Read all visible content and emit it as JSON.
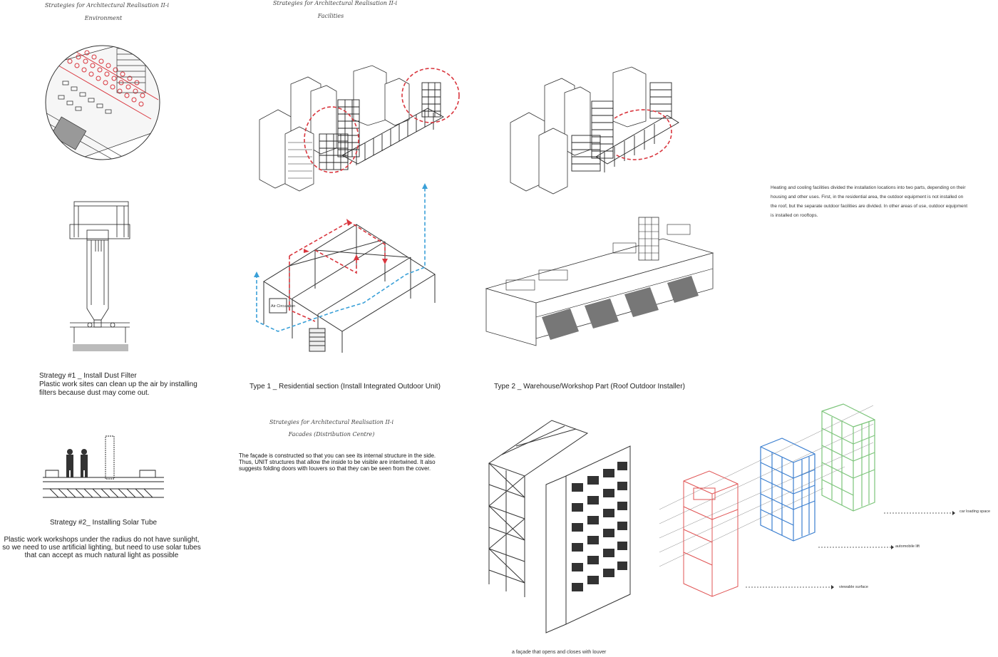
{
  "environment": {
    "heading": "Strategies for Architectural Realisation II-i",
    "subheading": "Environment",
    "strategy1_title": "Strategy #1 _ Install Dust Filter",
    "strategy1_text_1": "Plastic work sites can clean up the air by installing",
    "strategy1_text_2": "filters because dust may come out.",
    "strategy2_title": "Strategy #2_ Installing Solar Tube",
    "strategy2_text_1": "Plastic work workshops under the radius do not have sunlight,",
    "strategy2_text_2": "so we need to use artificial lighting, but  need to use solar tubes",
    "strategy2_text_3": "that can accept as much natural light as possible"
  },
  "facilities": {
    "heading": "Strategies for Architectural Realisation II-i",
    "subheading": "Facilities",
    "type1_caption": "Type 1 _ Residential section (Install Integrated Outdoor Unit)",
    "type2_caption": "Type 2 _ Warehouse/Workshop Part (Roof Outdoor Installer)",
    "plan_label": "Air Circulation",
    "description_1": "Heating and cooling facilities divided the installation locations into two parts, depending on their",
    "description_2": "housing and other uses. First, in the residential area, the outdoor equipment is not installed on",
    "description_3": "the roof, but the separate outdoor facilities are divided. In other areas of use, outdoor equipment",
    "description_4": "is installed on rooftops."
  },
  "facades": {
    "heading": "Strategies for Architectural Realisation II-i",
    "subheading": "Facades (Distribution Centre)",
    "text_1": "The façade is constructed so that you can see its internal structure in the side.",
    "text_2": "Thus, UNIT structures that allow the inside to be visible are intertwined. It also",
    "text_3": "suggests folding doors with louvers so that they can be seen from the cover.",
    "bottom_caption": "a façade that opens and closes with  louver",
    "label_car_loading": "car loading space",
    "label_automobile_lift": "automobile lift",
    "label_viewable_surface": "viewable surface"
  },
  "colors": {
    "red_highlight": "#d9363e",
    "blue_flow": "#3aa0d8",
    "blue_frame": "#3b7fd0",
    "green_frame": "#7cc47a",
    "red_frame": "#e05555"
  }
}
